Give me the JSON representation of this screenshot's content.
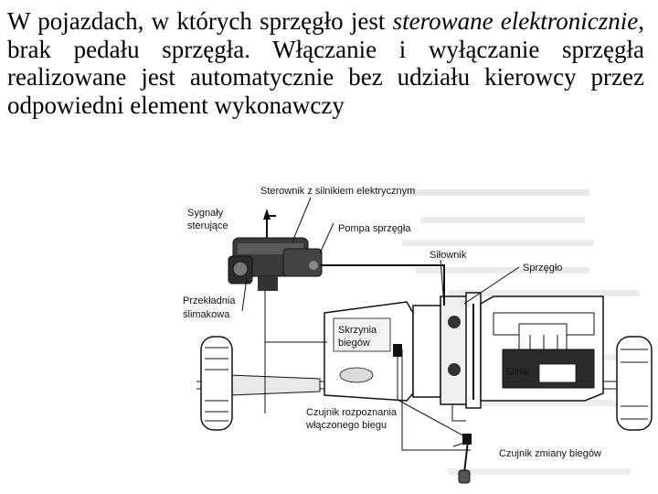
{
  "intro": {
    "part1": "W pojazdach, w których sprzęgło jest ",
    "emph": "sterowane elektronicznie",
    "part2": ", brak pedału sprzęgła. Włączanie i wyłączanie sprzęgła realizowane jest automatycznie bez udziału kierowcy przez odpowiedni element wykonawczy"
  },
  "diagram": {
    "labels": {
      "controller": "Sterownik z silnikiem elektrycznym",
      "signals_1": "Sygnały",
      "signals_2": "sterujące",
      "pump": "Pompa sprzęgła",
      "actuator": "Siłownik",
      "clutch": "Sprzęgło",
      "worm_gear_1": "Przekładnia",
      "worm_gear_2": "ślimakowa",
      "gearbox_1": "Skrzynia",
      "gearbox_2": "biegów",
      "engine": "Silnik",
      "gear_sensor_1": "Czujnik rozpoznania",
      "gear_sensor_2": "włączonego biegu",
      "shift_sensor": "Czujnik zmiany biegów"
    }
  }
}
